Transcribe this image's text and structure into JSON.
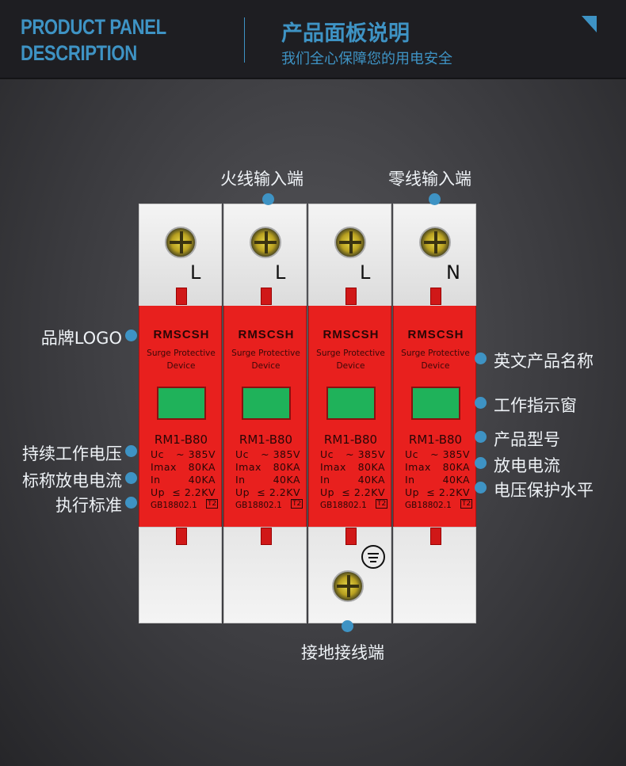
{
  "header": {
    "title_en_line1": "PRODUCT PANEL",
    "title_en_line2": "DESCRIPTION",
    "title_cn": "产品面板说明",
    "subtitle_cn": "我们全心保障您的用电安全"
  },
  "modules": [
    {
      "terminal": "L",
      "logo": "RMSCSH",
      "name_line1": "Surge Protective",
      "name_line2": "Device",
      "model": "RM1-B80",
      "uc_label": "Uc",
      "uc_value": "~ 385V",
      "imax_label": "Imax",
      "imax_value": "80KA",
      "in_label": "In",
      "in_value": "40KA",
      "up_label": "Up",
      "up_value": "≤ 2.2KV",
      "standard": "GB18802.1",
      "class": "T2"
    },
    {
      "terminal": "L",
      "logo": "RMSCSH",
      "name_line1": "Surge Protective",
      "name_line2": "Device",
      "model": "RM1-B80",
      "uc_label": "Uc",
      "uc_value": "~ 385V",
      "imax_label": "Imax",
      "imax_value": "80KA",
      "in_label": "In",
      "in_value": "40KA",
      "up_label": "Up",
      "up_value": "≤ 2.2KV",
      "standard": "GB18802.1",
      "class": "T2"
    },
    {
      "terminal": "L",
      "logo": "RMSCSH",
      "name_line1": "Surge Protective",
      "name_line2": "Device",
      "model": "RM1-B80",
      "uc_label": "Uc",
      "uc_value": "~ 385V",
      "imax_label": "Imax",
      "imax_value": "80KA",
      "in_label": "In",
      "in_value": "40KA",
      "up_label": "Up",
      "up_value": "≤ 2.2KV",
      "standard": "GB18802.1",
      "class": "T2"
    },
    {
      "terminal": "N",
      "logo": "RMSCSH",
      "name_line1": "Surge Protective",
      "name_line2": "Device",
      "model": "RM1-B80",
      "uc_label": "Uc",
      "uc_value": "~ 385V",
      "imax_label": "Imax",
      "imax_value": "80KA",
      "in_label": "In",
      "in_value": "40KA",
      "up_label": "Up",
      "up_value": "≤ 2.2KV",
      "standard": "GB18802.1",
      "class": "T2"
    }
  ],
  "callouts": {
    "live_input": "火线输入端",
    "neutral_input": "零线输入端",
    "brand_logo": "品牌LOGO",
    "english_name": "英文产品名称",
    "indicator_window": "工作指示窗",
    "continuous_voltage": "持续工作电压",
    "model": "产品型号",
    "nominal_current": "标称放电电流",
    "max_current": "放电电流",
    "standard": "执行标准",
    "protection_level": "电压保护水平",
    "ground_terminal": "接地接线端"
  },
  "colors": {
    "accent": "#3e93c4",
    "body_red": "#e8201e",
    "indicator_green": "#1fb25a"
  }
}
